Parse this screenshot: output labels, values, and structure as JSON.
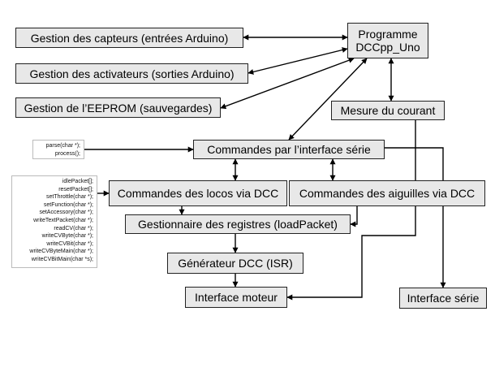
{
  "diagram": {
    "nodes": {
      "programme": [
        "Programme",
        "DCCpp_Uno"
      ],
      "capteurs": "Gestion des capteurs (entrées Arduino)",
      "activateurs": "Gestion des activateurs (sorties Arduino)",
      "eeprom": "Gestion de l’EEPROM (sauvegardes)",
      "courant": "Mesure du courant",
      "serie_cmd": "Commandes par l’interface série",
      "locos": "Commandes des locos via DCC",
      "aiguilles": "Commandes des aiguilles via DCC",
      "registres": "Gestionnaire des registres (loadPacket)",
      "generateur": "Générateur DCC (ISR)",
      "moteur": "Interface moteur",
      "interface_serie": "Interface série"
    },
    "notes": {
      "serial_functions": [
        "parse(char *);",
        "process();"
      ],
      "dcc_functions": [
        "idlePacket[];",
        "resetPacket[];",
        "setThrottle(char *);",
        "setFunction(char *);",
        "setAccessory(char *);",
        "writeTextPacket(char *);",
        "readCV(char *);",
        "writeCVByte(char *);",
        "writeCVBit(char *);",
        "writeCVByteMain(char *);",
        "writeCVBitMain(char *s);"
      ]
    }
  }
}
